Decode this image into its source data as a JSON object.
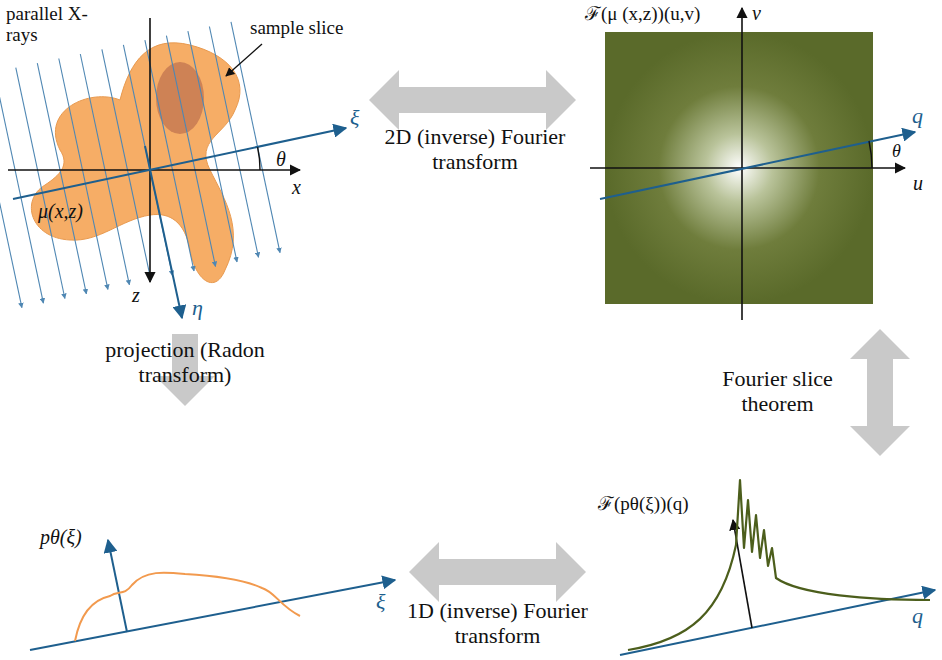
{
  "diagram": {
    "nodes": [
      {
        "text": [
          "parallel X-rays",
          "sample slice",
          "ξ",
          "θ",
          "x",
          "μ(x,z)",
          "z",
          "η"
        ]
      },
      {
        "text": [
          "ℱ(μ (x,z))(u,v)",
          "v",
          "q",
          "θ",
          "u"
        ]
      },
      {
        "text": [
          "pθ(ξ)",
          "ξ"
        ]
      },
      {
        "text": [
          "ℱ(pθ(ξ))(q)",
          "q"
        ]
      }
    ],
    "edges": [
      {
        "from": 0,
        "to": 1,
        "arrow": "both",
        "label": "2D (inverse) Fourier transform"
      },
      {
        "from": 0,
        "to": 2,
        "arrow": "to",
        "label": "projection (Radon transform)"
      },
      {
        "from": 2,
        "to": 3,
        "arrow": "both",
        "label": "1D (inverse) Fourier transform"
      },
      {
        "from": 1,
        "to": 3,
        "arrow": "both",
        "label": "Fourier slice theorem"
      }
    ]
  }
}
